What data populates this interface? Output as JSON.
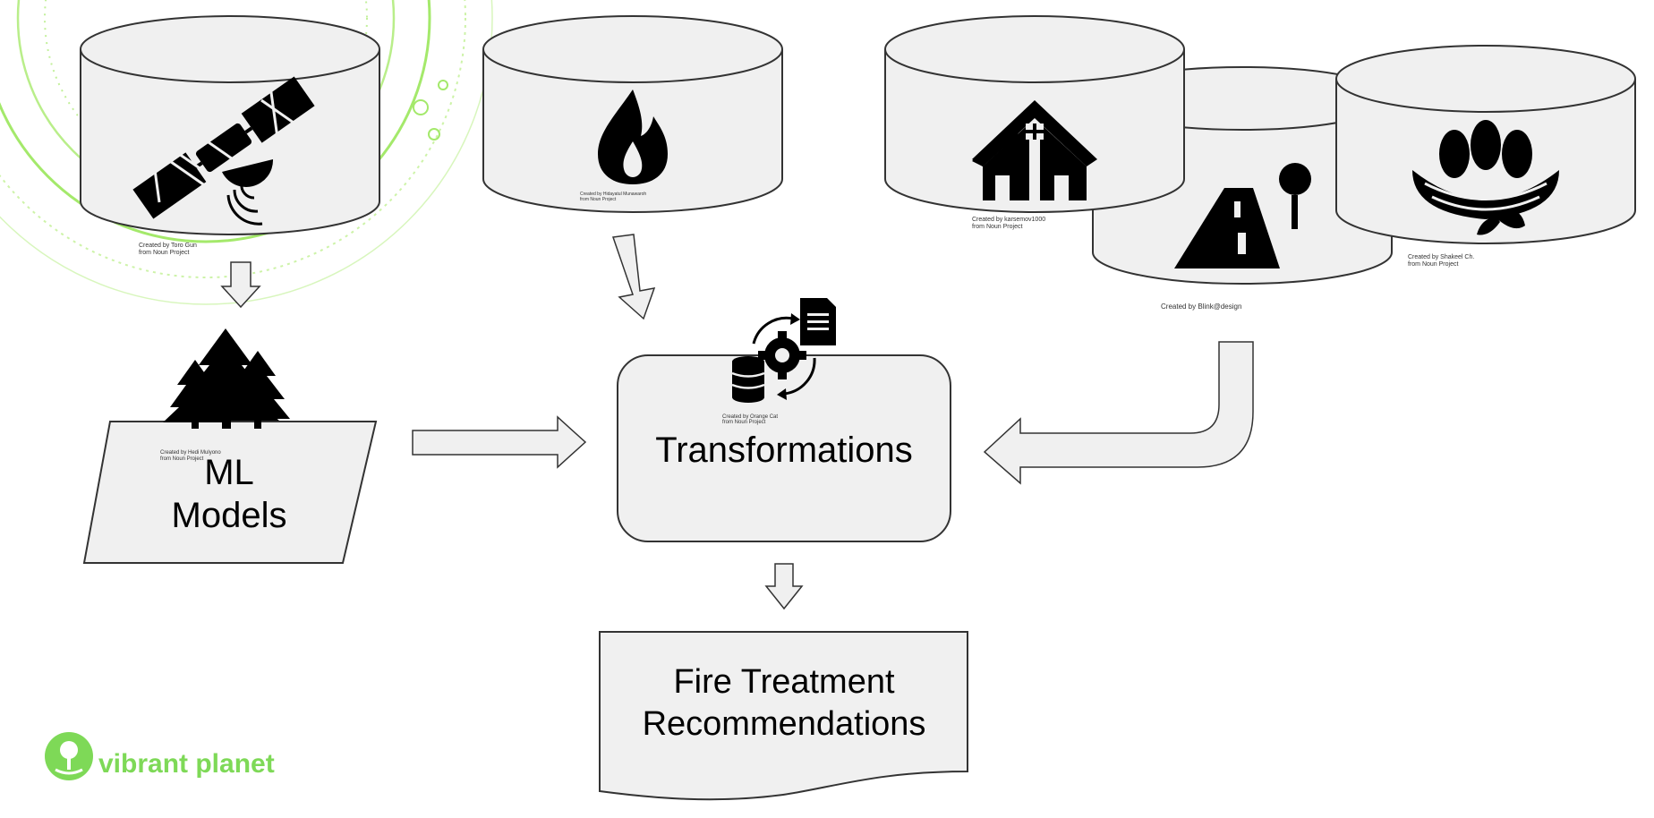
{
  "labels": {
    "ml_models_line1": "ML",
    "ml_models_line2": "Models",
    "transformations": "Transformations",
    "output_line1": "Fire Treatment",
    "output_line2": "Recommendations"
  },
  "credits": {
    "satellite_line1": "Created by Toro Gun",
    "satellite_line2": "from Noun Project",
    "fire_line1": "Created by Hidayatul Munawaroh",
    "fire_line2": "from Noun Project",
    "houses_line1": "Created by karsemov1000",
    "houses_line2": "from Noun Project",
    "road_line1": "Created by Blink@design",
    "nest_line1": "Created by Shakeel Ch.",
    "nest_line2": "from Noun Project",
    "trees_line1": "Created by Hedi Mulyono",
    "trees_line2": "from Noun Project",
    "process_line1": "Created by Orange Cat",
    "process_line2": "from Noun Project"
  },
  "brand": {
    "name": "vibrant planet"
  },
  "icons": {
    "satellite": "satellite-icon",
    "fire": "fire-icon",
    "houses": "houses-icon",
    "road": "road-sign-icon",
    "nest": "bird-nest-eggs-icon",
    "trees": "forest-icon",
    "process": "data-processing-gear-icon",
    "logo": "vibrant-planet-logo-icon"
  },
  "colors": {
    "shape_fill": "#f0f0f0",
    "shape_stroke": "#333333",
    "brand_green": "#7ed957",
    "deco_green": "#a4e96b"
  }
}
